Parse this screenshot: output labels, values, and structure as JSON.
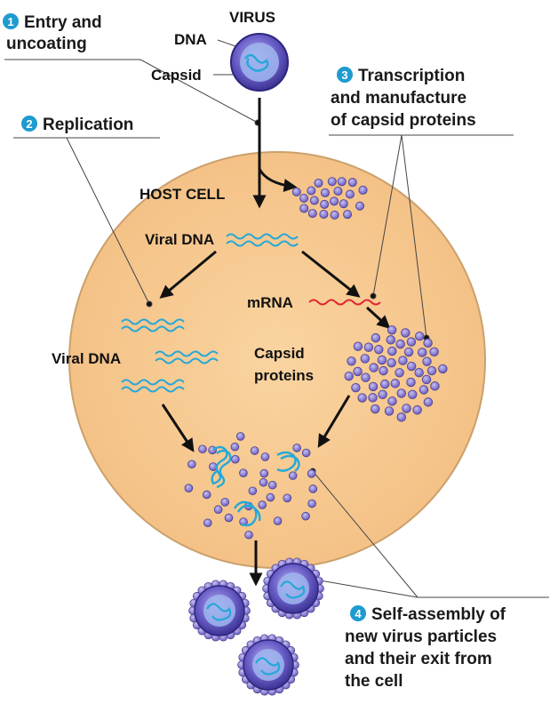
{
  "steps": {
    "step1": {
      "number": "1",
      "line1": "Entry and",
      "line2": "uncoating"
    },
    "step2": {
      "number": "2",
      "line1": "Replication"
    },
    "step3": {
      "number": "3",
      "line1": "Transcription",
      "line2": "and manufacture",
      "line3": "of capsid proteins"
    },
    "step4": {
      "number": "4",
      "line1": "Self-assembly of",
      "line2": "new virus particles",
      "line3": "and their exit from",
      "line4": "the cell"
    }
  },
  "labels": {
    "virus": "VIRUS",
    "dna": "DNA",
    "capsid": "Capsid",
    "host_cell": "HOST CELL",
    "viral_dna_top": "Viral DNA",
    "viral_dna_left": "Viral DNA",
    "mrna": "mRNA",
    "capsid_proteins_1": "Capsid",
    "capsid_proteins_2": "proteins"
  },
  "colors": {
    "cell_fill": "#f6c88f",
    "cell_stroke": "#c9955a",
    "dna": "#25a8d8",
    "mrna": "#e0262e",
    "protein": "#7f70c8",
    "protein_stroke": "#4a3f8c",
    "step_badge": "#1e9bd0",
    "arrow": "#111111"
  }
}
